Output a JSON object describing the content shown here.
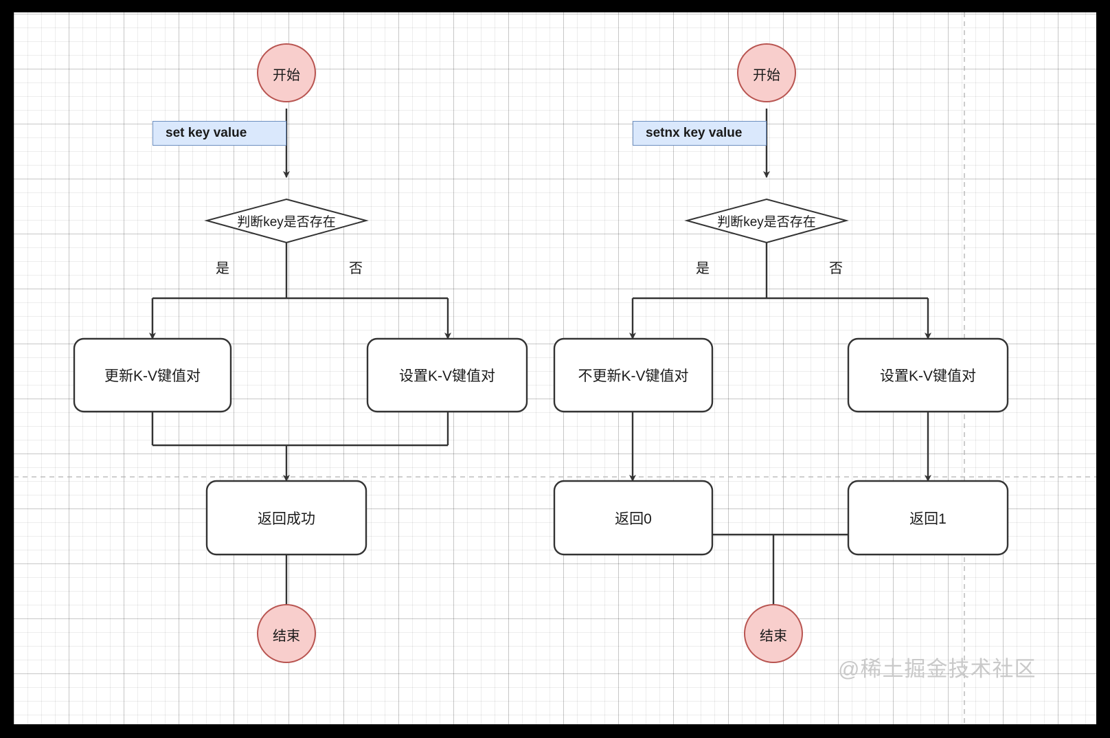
{
  "canvas": {
    "background": "#ffffff",
    "grid_minor_color": "#eeeeee",
    "grid_major_color": "#dcdcdc",
    "frame_color": "#000000"
  },
  "palette": {
    "terminator_fill": "#f8cecc",
    "terminator_stroke": "#b85450",
    "process_fill": "#ffffff",
    "process_stroke": "#333333",
    "decision_fill": "#ffffff",
    "decision_stroke": "#333333",
    "edge_color": "#333333",
    "edge_label_fill": "#dae8fc",
    "edge_label_stroke": "#6c8ebf",
    "guide_color": "#b0b0b0",
    "text_color": "#1a1a1a",
    "watermark_color": "#c9c9c9"
  },
  "watermark": {
    "text": "@稀土掘金技术社区"
  },
  "flowcharts": [
    {
      "id": "set-command",
      "name": "set-flow",
      "command_label": "set key value",
      "start": {
        "label": "开始"
      },
      "decision": {
        "label": "判断key是否存在"
      },
      "branches": {
        "yes": "是",
        "no": "否"
      },
      "yes_process": {
        "label": "更新K-V键值对"
      },
      "no_process": {
        "label": "设置K-V键值对"
      },
      "result": {
        "label": "返回成功"
      },
      "end": {
        "label": "结束"
      }
    },
    {
      "id": "setnx-command",
      "name": "setnx-flow",
      "command_label": "setnx key value",
      "start": {
        "label": "开始"
      },
      "decision": {
        "label": "判断key是否存在"
      },
      "branches": {
        "yes": "是",
        "no": "否"
      },
      "yes_process": {
        "label": "不更新K-V键值对"
      },
      "no_process": {
        "label": "设置K-V键值对"
      },
      "result_yes": {
        "label": "返回0"
      },
      "result_no": {
        "label": "返回1"
      },
      "end": {
        "label": "结束"
      }
    }
  ]
}
